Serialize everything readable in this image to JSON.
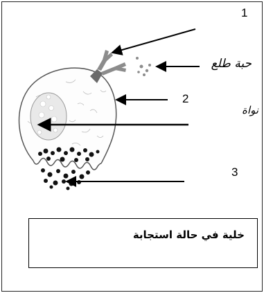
{
  "figure": {
    "labels": {
      "n1": "1",
      "n2": "2",
      "n3": "3",
      "pollen": "حبة طلع",
      "nucleus": "نواة"
    },
    "caption": "خلية في حالة استجابة"
  },
  "colors": {
    "ink": "#000000",
    "membrane": "#555555",
    "antibody": "#8c8c8c",
    "antibody_stem": "#6a6a6a",
    "nucleus_fill": "#e8e8e8",
    "granule": "#111111"
  }
}
